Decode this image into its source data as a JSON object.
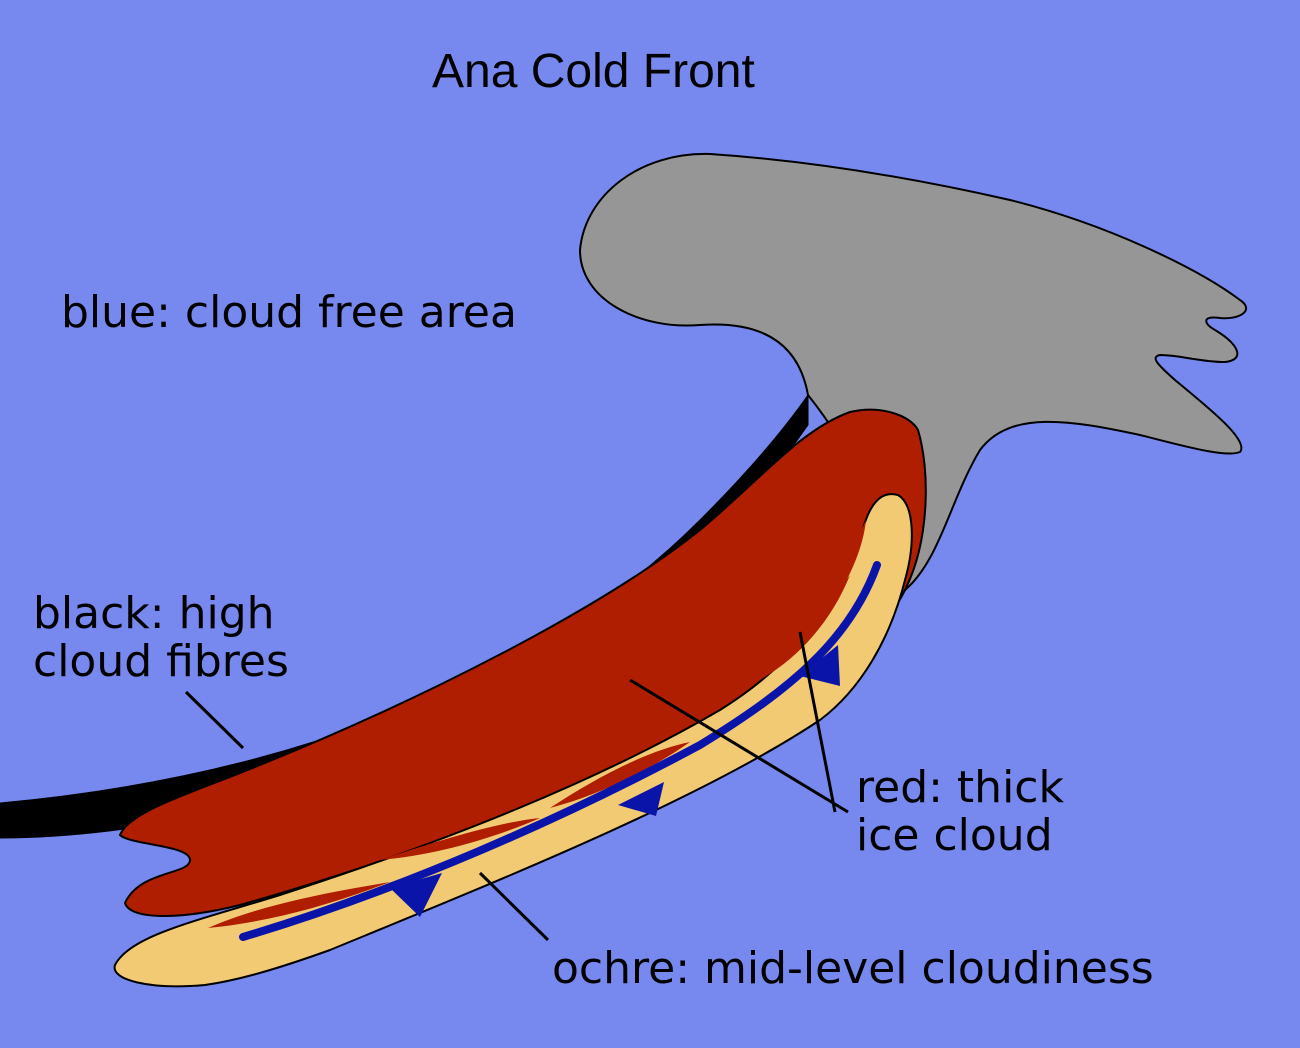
{
  "title": "Ana Cold Front",
  "labels": {
    "blue": [
      "blue: cloud free area"
    ],
    "black": [
      "black: high",
      "cloud fibres"
    ],
    "red": [
      "red: thick",
      "ice cloud"
    ],
    "ochre": [
      "ochre: mid-level cloudiness"
    ]
  },
  "colors": {
    "background": "#7789ee",
    "head_cloud": "#969696",
    "high_cloud_fibres": "#000000",
    "thick_ice_cloud": "#b01e00",
    "mid_level_cloudiness": "#f2ca74",
    "cold_front": "#0a14a8"
  },
  "symbols": [
    "cold-front-line",
    "cold-front-triangle"
  ]
}
